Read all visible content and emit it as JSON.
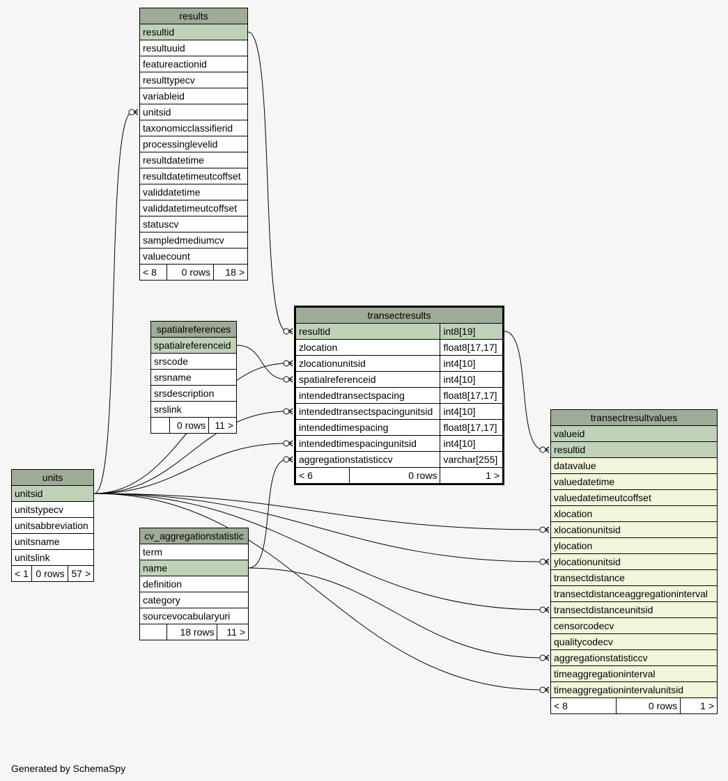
{
  "footer": "Generated by SchemaSpy",
  "tables": {
    "results": {
      "name": "results",
      "columns": [
        "resultid",
        "resultuuid",
        "featureactionid",
        "resulttypecv",
        "variableid",
        "unitsid",
        "taxonomicclassifierid",
        "processinglevelid",
        "resultdatetime",
        "resultdatetimeutcoffset",
        "validdatetime",
        "validdatetimeutcoffset",
        "statuscv",
        "sampledmediumcv",
        "valuecount"
      ],
      "pk": [
        "resultid"
      ],
      "footer": [
        "< 8",
        "0 rows",
        "18 >"
      ]
    },
    "spatialreferences": {
      "name": "spatialreferences",
      "columns": [
        "spatialreferenceid",
        "srscode",
        "srsname",
        "srsdescription",
        "srslink"
      ],
      "pk": [
        "spatialreferenceid"
      ],
      "footer": [
        "",
        "0 rows",
        "11 >"
      ]
    },
    "units": {
      "name": "units",
      "columns": [
        "unitsid",
        "unitstypecv",
        "unitsabbreviation",
        "unitsname",
        "unitslink"
      ],
      "pk": [
        "unitsid"
      ],
      "footer": [
        "< 1",
        "0 rows",
        "57 >"
      ]
    },
    "cv_aggregationstatistic": {
      "name": "cv_aggregationstatistic",
      "columns": [
        "term",
        "name",
        "definition",
        "category",
        "sourcevocabularyuri"
      ],
      "pk": [
        "name"
      ],
      "footer": [
        "",
        "18 rows",
        "11 >"
      ]
    },
    "transectresults": {
      "name": "transectresults",
      "columns": [
        {
          "name": "resultid",
          "type": "int8[19]"
        },
        {
          "name": "zlocation",
          "type": "float8[17,17]"
        },
        {
          "name": "zlocationunitsid",
          "type": "int4[10]"
        },
        {
          "name": "spatialreferenceid",
          "type": "int4[10]"
        },
        {
          "name": "intendedtransectspacing",
          "type": "float8[17,17]"
        },
        {
          "name": "intendedtransectspacingunitsid",
          "type": "int4[10]"
        },
        {
          "name": "intendedtimespacing",
          "type": "float8[17,17]"
        },
        {
          "name": "intendedtimespacingunitsid",
          "type": "int4[10]"
        },
        {
          "name": "aggregationstatisticcv",
          "type": "varchar[255]"
        }
      ],
      "pk": [
        "resultid"
      ],
      "footer": [
        "< 6",
        "0 rows",
        "1 >"
      ]
    },
    "transectresultvalues": {
      "name": "transectresultvalues",
      "columns": [
        "valueid",
        "resultid",
        "datavalue",
        "valuedatetime",
        "valuedatetimeutcoffset",
        "xlocation",
        "xlocationunitsid",
        "ylocation",
        "ylocationunitsid",
        "transectdistance",
        "transectdistanceaggregationinterval",
        "transectdistanceunitsid",
        "censorcodecv",
        "qualitycodecv",
        "aggregationstatisticcv",
        "timeaggregationinterval",
        "timeaggregationintervalunitsid"
      ],
      "pk": [
        "valueid",
        "resultid"
      ],
      "footer": [
        "< 8",
        "0 rows",
        "1 >"
      ]
    }
  },
  "relationships": [
    {
      "from": "results.resultid",
      "to": "transectresults.resultid"
    },
    {
      "from": "units.unitsid",
      "to": "results.unitsid"
    },
    {
      "from": "units.unitsid",
      "to": "transectresults.zlocationunitsid"
    },
    {
      "from": "spatialreferences.spatialreferenceid",
      "to": "transectresults.spatialreferenceid"
    },
    {
      "from": "units.unitsid",
      "to": "transectresults.intendedtransectspacingunitsid"
    },
    {
      "from": "units.unitsid",
      "to": "transectresults.intendedtimespacingunitsid"
    },
    {
      "from": "cv_aggregationstatistic.name",
      "to": "transectresults.aggregationstatisticcv"
    },
    {
      "from": "transectresults.resultid",
      "to": "transectresultvalues.resultid"
    },
    {
      "from": "units.unitsid",
      "to": "transectresultvalues.xlocationunitsid"
    },
    {
      "from": "units.unitsid",
      "to": "transectresultvalues.ylocationunitsid"
    },
    {
      "from": "units.unitsid",
      "to": "transectresultvalues.transectdistanceunitsid"
    },
    {
      "from": "cv_aggregationstatistic.name",
      "to": "transectresultvalues.aggregationstatisticcv"
    },
    {
      "from": "units.unitsid",
      "to": "transectresultvalues.timeaggregationintervalunitsid"
    }
  ]
}
